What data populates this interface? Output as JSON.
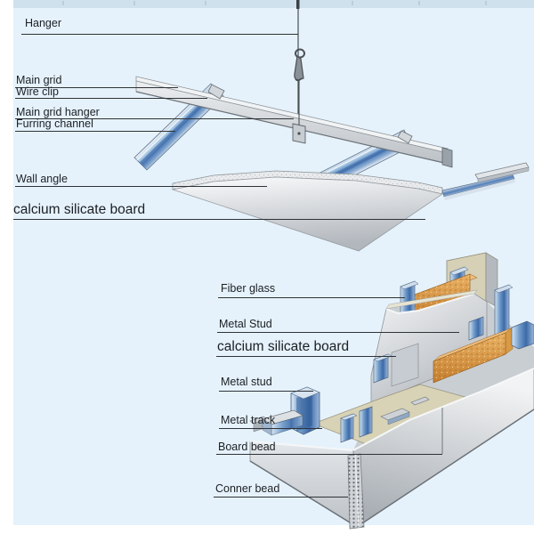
{
  "figure": {
    "type": "construction-detail-diagram",
    "panels": [
      "suspended-ceiling-system",
      "partition-wall-corner-cutaway"
    ]
  },
  "colors": {
    "background_blue": "#e6f2fb",
    "top_strip": "#cfe1ed",
    "steel_blue": "#4d7cb8",
    "metal_gray": "#d7dbdf",
    "board_face": "#f3f4f5",
    "board_shadow": "#b5bac0",
    "insulation_orange": "#dd9a4a",
    "panel_tan": "#d6d0b6",
    "leader_line": "#2e3338",
    "label_text": "#1a1f24"
  },
  "ceiling": {
    "labels": {
      "hanger": {
        "text": "Hanger"
      },
      "main_grid": {
        "text": "Main grid"
      },
      "wire_clip": {
        "text": "Wire clip"
      },
      "main_grid_hanger": {
        "text": "Main grid hanger"
      },
      "furring_channel": {
        "text": "Furring channel"
      },
      "wall_angle": {
        "text": "Wall angle"
      },
      "board": {
        "text": "calcium silicate board"
      }
    }
  },
  "wall": {
    "labels": {
      "fiber_glass": {
        "text": "Fiber glass"
      },
      "metal_stud_upper": {
        "text": "Metal Stud"
      },
      "board": {
        "text": "calcium silicate board"
      },
      "metal_stud_lower": {
        "text": "Metal stud"
      },
      "metal_track": {
        "text": "Metal track"
      },
      "board_bead": {
        "text": "Board bead"
      },
      "conner_bead": {
        "text": "Conner bead"
      }
    }
  }
}
